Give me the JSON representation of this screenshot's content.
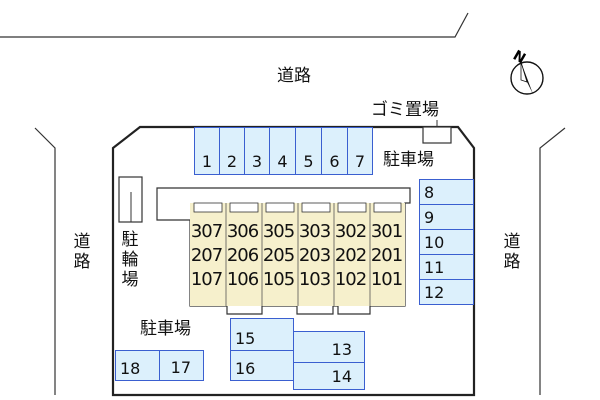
{
  "compass": {
    "north_label": "N",
    "icon": "north-arrow-icon"
  },
  "roads": {
    "top": "道路",
    "left": "道路",
    "right": "道路"
  },
  "facilities": {
    "garbage": "ゴミ置場",
    "parking_top": "駐車場",
    "parking_bottom": "駐車場",
    "bicycle": "駐輪場"
  },
  "parking_top_slots": [
    "1",
    "2",
    "3",
    "4",
    "5",
    "6",
    "7"
  ],
  "parking_right_slots": [
    "8",
    "9",
    "10",
    "11",
    "12"
  ],
  "parking_bottom_slots": {
    "s13": "13",
    "s14": "14",
    "s15": "15",
    "s16": "16",
    "s17": "17",
    "s18": "18"
  },
  "building": {
    "floor3": [
      "307",
      "306",
      "305",
      "303",
      "302",
      "301"
    ],
    "floor2": [
      "207",
      "206",
      "205",
      "203",
      "202",
      "201"
    ],
    "floor1": [
      "107",
      "106",
      "105",
      "103",
      "102",
      "101"
    ]
  },
  "colors": {
    "parking_fill": "#dcf0fc",
    "parking_border": "#3a5fd0",
    "building_fill": "#f6f0cc"
  }
}
